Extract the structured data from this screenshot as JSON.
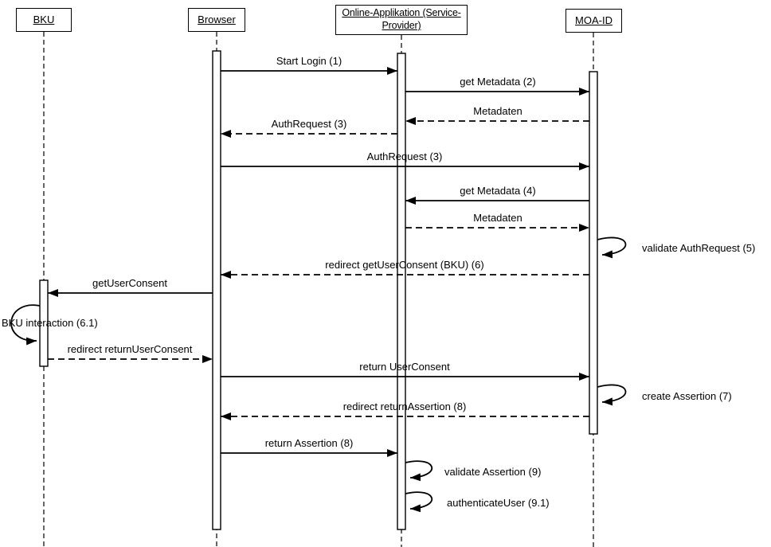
{
  "diagram_type": "uml-sequence",
  "colors": {
    "stroke": "#000000",
    "background": "#ffffff"
  },
  "actors": [
    {
      "id": "bku",
      "label": "BKU"
    },
    {
      "id": "browser",
      "label": "Browser"
    },
    {
      "id": "online_applikation",
      "label": "Online-Applikation (Service-Provider)"
    },
    {
      "id": "moa_id",
      "label": "MOA-ID"
    }
  ],
  "messages": [
    {
      "label": "Start Login (1)",
      "from": "browser",
      "to": "online_applikation",
      "line": "solid"
    },
    {
      "label": "get Metadata (2)",
      "from": "online_applikation",
      "to": "moa_id",
      "line": "solid"
    },
    {
      "label": "Metadaten",
      "from": "moa_id",
      "to": "online_applikation",
      "line": "dashed"
    },
    {
      "label": "AuthRequest (3)",
      "from": "online_applikation",
      "to": "browser",
      "line": "dashed"
    },
    {
      "label": "AuthRequest (3)",
      "from": "browser",
      "to": "moa_id",
      "line": "solid"
    },
    {
      "label": "get Metadata (4)",
      "from": "moa_id",
      "to": "online_applikation",
      "line": "solid"
    },
    {
      "label": "Metadaten",
      "from": "online_applikation",
      "to": "moa_id",
      "line": "dashed"
    },
    {
      "label": "validate AuthRequest (5)",
      "from": "moa_id",
      "to": "moa_id",
      "line": "self"
    },
    {
      "label": "redirect getUserConsent (BKU) (6)",
      "from": "moa_id",
      "to": "browser",
      "line": "dashed"
    },
    {
      "label": "getUserConsent",
      "from": "browser",
      "to": "bku",
      "line": "solid"
    },
    {
      "label": "BKU interaction (6.1)",
      "from": "bku",
      "to": "bku",
      "line": "self"
    },
    {
      "label": "redirect returnUserConsent",
      "from": "bku",
      "to": "browser",
      "line": "dashed"
    },
    {
      "label": "return UserConsent",
      "from": "browser",
      "to": "moa_id",
      "line": "solid"
    },
    {
      "label": "create Assertion (7)",
      "from": "moa_id",
      "to": "moa_id",
      "line": "self"
    },
    {
      "label": "redirect returnAssertion (8)",
      "from": "moa_id",
      "to": "browser",
      "line": "dashed"
    },
    {
      "label": "return Assertion (8)",
      "from": "browser",
      "to": "online_applikation",
      "line": "solid"
    },
    {
      "label": "validate Assertion (9)",
      "from": "online_applikation",
      "to": "online_applikation",
      "line": "self"
    },
    {
      "label": "authenticateUser (9.1)",
      "from": "online_applikation",
      "to": "online_applikation",
      "line": "self"
    }
  ]
}
